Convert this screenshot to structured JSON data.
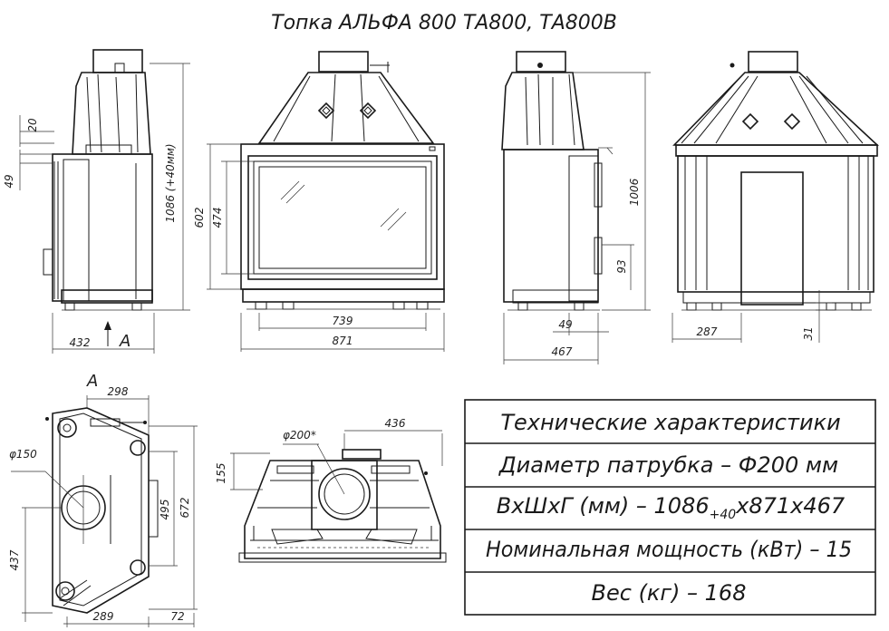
{
  "title": "Топка АЛЬФА 800 ТА800, ТА800В",
  "dimensions": {
    "d20": "20",
    "d49_side": "49",
    "d1086": "1086 (+40мм)",
    "d432": "432",
    "view_a": "A",
    "d602": "602",
    "d474": "474",
    "d739": "739",
    "d871": "871",
    "d1006": "1006",
    "d93": "93",
    "d49_right": "49",
    "d467": "467",
    "d287": "287",
    "d31": "31",
    "view_a_bottom": "A",
    "d298": "298",
    "d150": "φ150",
    "d495": "495",
    "d672": "672",
    "d437": "437",
    "d289": "289",
    "d72": "72",
    "d200": "φ200*",
    "d436": "436",
    "d155": "155"
  },
  "specs": {
    "heading": "Технические характеристики",
    "row1": "Диаметр патрубка – Ф200 мм",
    "row2_main": "ВхШхГ (мм) – 1086",
    "row2_sub": "+40",
    "row2_tail": "х871х467",
    "row3": "Номинальная мощность (кВт) – 15",
    "row4": "Вес (кг) – 168"
  }
}
